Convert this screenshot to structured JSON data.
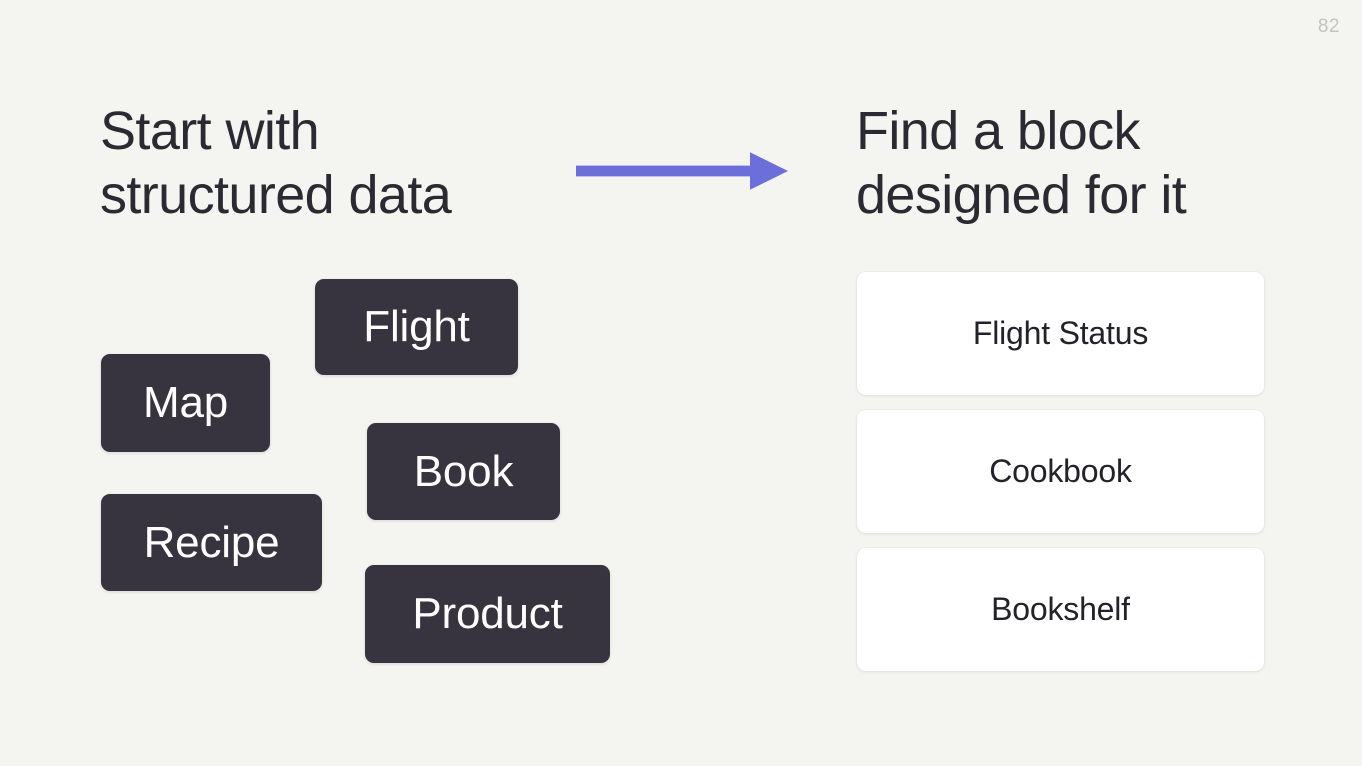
{
  "slide": {
    "page_number": "82",
    "background_color": "#f4f5f0",
    "accent_color": "#6c6ed9",
    "chip_color": "#37333f",
    "text_color": "#2b2a33"
  },
  "left": {
    "heading": "Start with\nstructured data",
    "chips": [
      {
        "label": "Flight"
      },
      {
        "label": "Map"
      },
      {
        "label": "Book"
      },
      {
        "label": "Recipe"
      },
      {
        "label": "Product"
      }
    ]
  },
  "arrow": {
    "icon": "arrow-right-icon",
    "color": "#6c6ed9"
  },
  "right": {
    "heading": "Find a block\ndesigned for it",
    "cards": [
      {
        "label": "Flight Status"
      },
      {
        "label": "Cookbook"
      },
      {
        "label": "Bookshelf"
      }
    ]
  }
}
